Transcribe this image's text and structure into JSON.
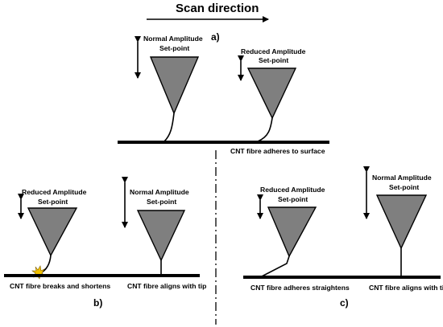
{
  "scan_direction": "Scan direction",
  "panels": {
    "a": {
      "label": "a)",
      "normal": [
        "Normal Amplitude",
        "Set-point"
      ],
      "reduced": [
        "Reduced Amplitude",
        "Set-point"
      ],
      "caption": "CNT fibre adheres to surface"
    },
    "b": {
      "label": "b)",
      "reduced": [
        "Reduced Amplitude",
        "Set-point"
      ],
      "normal": [
        "Normal Amplitude",
        "Set-point"
      ],
      "caption_left": "CNT fibre breaks and shortens",
      "caption_right": "CNT fibre aligns with tip"
    },
    "c": {
      "label": "c)",
      "reduced": [
        "Reduced Amplitude",
        "Set-point"
      ],
      "normal": [
        "Normal Amplitude",
        "Set-point"
      ],
      "caption_left": "CNT fibre adheres straightens",
      "caption_right": "CNT fibre aligns with tip"
    }
  },
  "colors": {
    "tip_fill": "#7f7f7f",
    "line": "#000000",
    "spark": "#f2c200"
  }
}
